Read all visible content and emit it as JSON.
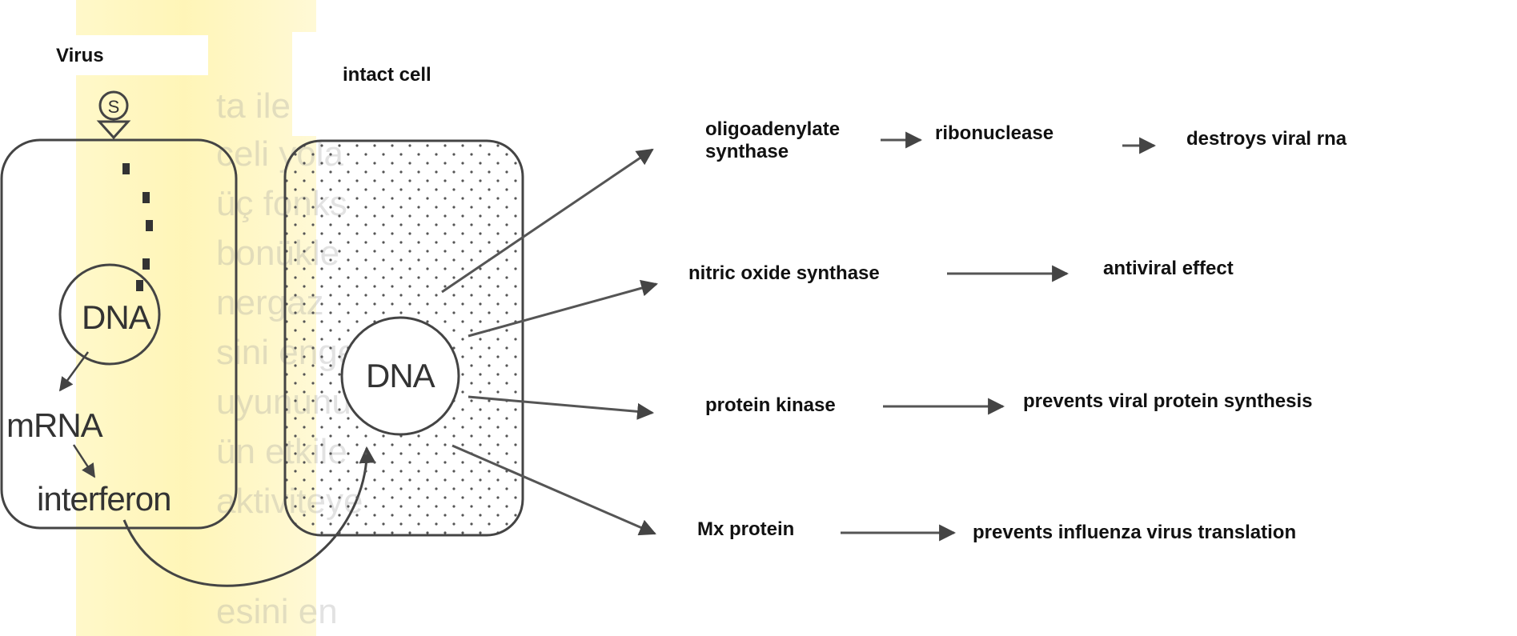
{
  "diagram": {
    "virus_label": "Virus",
    "intact_cell_label": "intact cell",
    "infected_cell": {
      "dna_label": "DNA",
      "mrna_label": "mRNA",
      "interferon_label": "interferon",
      "virus_marker": "S"
    },
    "intact_cell": {
      "dna_label": "DNA"
    },
    "pathways": [
      {
        "enzyme": [
          "oligoadenylate",
          "synthase"
        ],
        "intermediate": "ribonuclease",
        "effect": "destroys viral rna"
      },
      {
        "enzyme": [
          "nitric oxide synthase"
        ],
        "effect": "antiviral effect"
      },
      {
        "enzyme": [
          "protein kinase"
        ],
        "effect": "prevents viral protein synthesis"
      },
      {
        "enzyme": [
          "Mx protein"
        ],
        "effect": "prevents influenza virus translation"
      }
    ]
  }
}
